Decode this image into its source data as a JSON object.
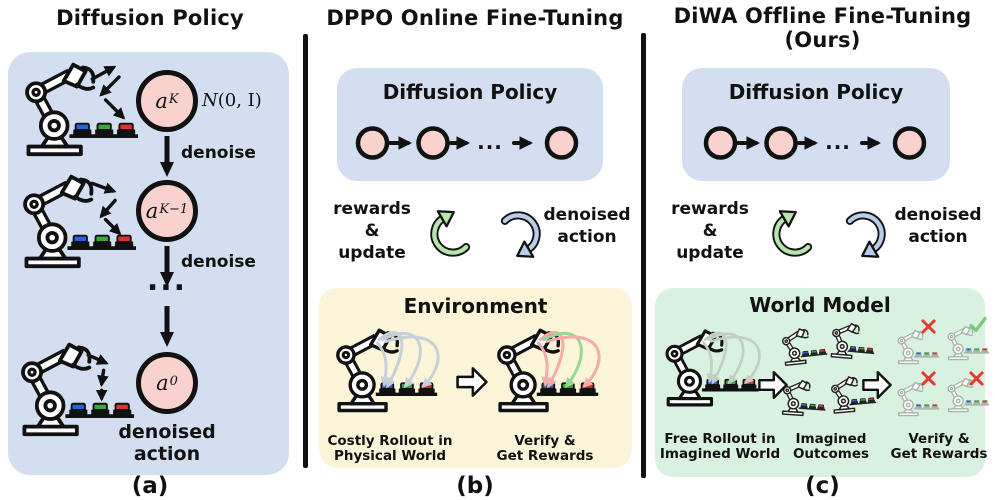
{
  "colors": {
    "panel_blue": "#d3dff1",
    "env_yellow": "#fbf4d8",
    "wm_green": "#d9f1df",
    "node_pink": "#f9d2ce",
    "loop_green": "#b7e5ae",
    "loop_blue": "#b8cdeb",
    "cross_red": "#e8392f",
    "check_green": "#7dc87d"
  },
  "panel_a": {
    "title": "Diffusion Policy",
    "caption": "(a)",
    "node_top_base": "a",
    "node_top_sup": "K",
    "noise_n": "N",
    "noise_args": "(0, I)",
    "denoise_1": "denoise",
    "node_mid_base": "a",
    "node_mid_sup": "K−1",
    "denoise_2": "denoise",
    "ellipsis": "...",
    "node_bottom_base": "a",
    "node_bottom_sup": "0",
    "result_1": "denoised",
    "result_2": "action"
  },
  "panel_b": {
    "title": "DPPO Online Fine-Tuning",
    "caption": "(b)",
    "policy_title": "Diffusion Policy",
    "ellipsis": "...",
    "loop_rewards": "rewards",
    "loop_amp": "&",
    "loop_update": "update",
    "loop_denoised": "denoised",
    "loop_action": "action",
    "env_title": "Environment",
    "left_1": "Costly Rollout in",
    "left_2": "Physical World",
    "right_1": "Verify &",
    "right_2": "Get Rewards"
  },
  "panel_c": {
    "title_1": "DiWA Offline Fine-Tuning",
    "title_2": "(Ours)",
    "caption": "(c)",
    "policy_title": "Diffusion Policy",
    "ellipsis": "...",
    "loop_rewards": "rewards",
    "loop_amp": "&",
    "loop_update": "update",
    "loop_denoised": "denoised",
    "loop_action": "action",
    "wm_title": "World Model",
    "label1_1": "Free Rollout in",
    "label1_2": "Imagined World",
    "label2_1": "Imagined",
    "label2_2": "Outcomes",
    "label3_1": "Verify &",
    "label3_2": "Get Rewards"
  }
}
